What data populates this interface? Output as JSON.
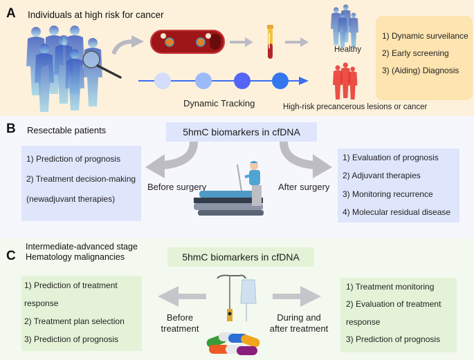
{
  "panel_a": {
    "letter": "A",
    "title": "Individuals at high risk for cancer",
    "tracking_label": "Dynamic Tracking",
    "healthy_label": "Healthy",
    "highrisk_label": "High-risk precancerous lesions or cancer",
    "outcomes": [
      "1) Dynamic surveilance",
      "2) Early screening",
      "3) (Aiding) Diagnosis"
    ],
    "colors": {
      "background": "#fdf1dc",
      "outcome_box": "#fde4b0",
      "timeline": "#3a6df0",
      "dots": [
        "#d3dcfb",
        "#9dbaf8",
        "#5565f5",
        "#3476ee"
      ],
      "healthy_figures": "#5c82c9",
      "highrisk_figures": "#e8322a"
    }
  },
  "panel_b": {
    "letter": "B",
    "title": "Resectable patients",
    "center_title": "5hmC biomarkers in cfDNA",
    "before_label": "Before surgery",
    "after_label": "After surgery",
    "before_items": [
      "1) Prediction of prognosis",
      "2) Treatment decision-making",
      "(newadjuvant therapies)"
    ],
    "after_items": [
      "1) Evaluation of prognosis",
      "2) Adjuvant therapies",
      "3) Monitoring recurrence",
      "4) Molecular residual disease"
    ],
    "colors": {
      "background": "#f6f7fd",
      "box": "#dfe6fb"
    }
  },
  "panel_c": {
    "letter": "C",
    "title_line1": "Intermediate-advanced stage",
    "title_line2": "Hematology malignancies",
    "center_title": "5hmC biomarkers in cfDNA",
    "before_label_line1": "Before",
    "before_label_line2": "treatment",
    "after_label_line1": "During and",
    "after_label_line2": "after treatment",
    "before_items": [
      "1) Prediction of treatment",
      "response",
      "2) Treatment plan selection",
      "3) Prediction of prognosis"
    ],
    "after_items": [
      "1) Treatment monitoring",
      "2) Evaluation of treatment",
      "response",
      "3) Prediction of prognosis"
    ],
    "colors": {
      "background": "#f3f9ee",
      "box": "#e4f3d8"
    }
  }
}
